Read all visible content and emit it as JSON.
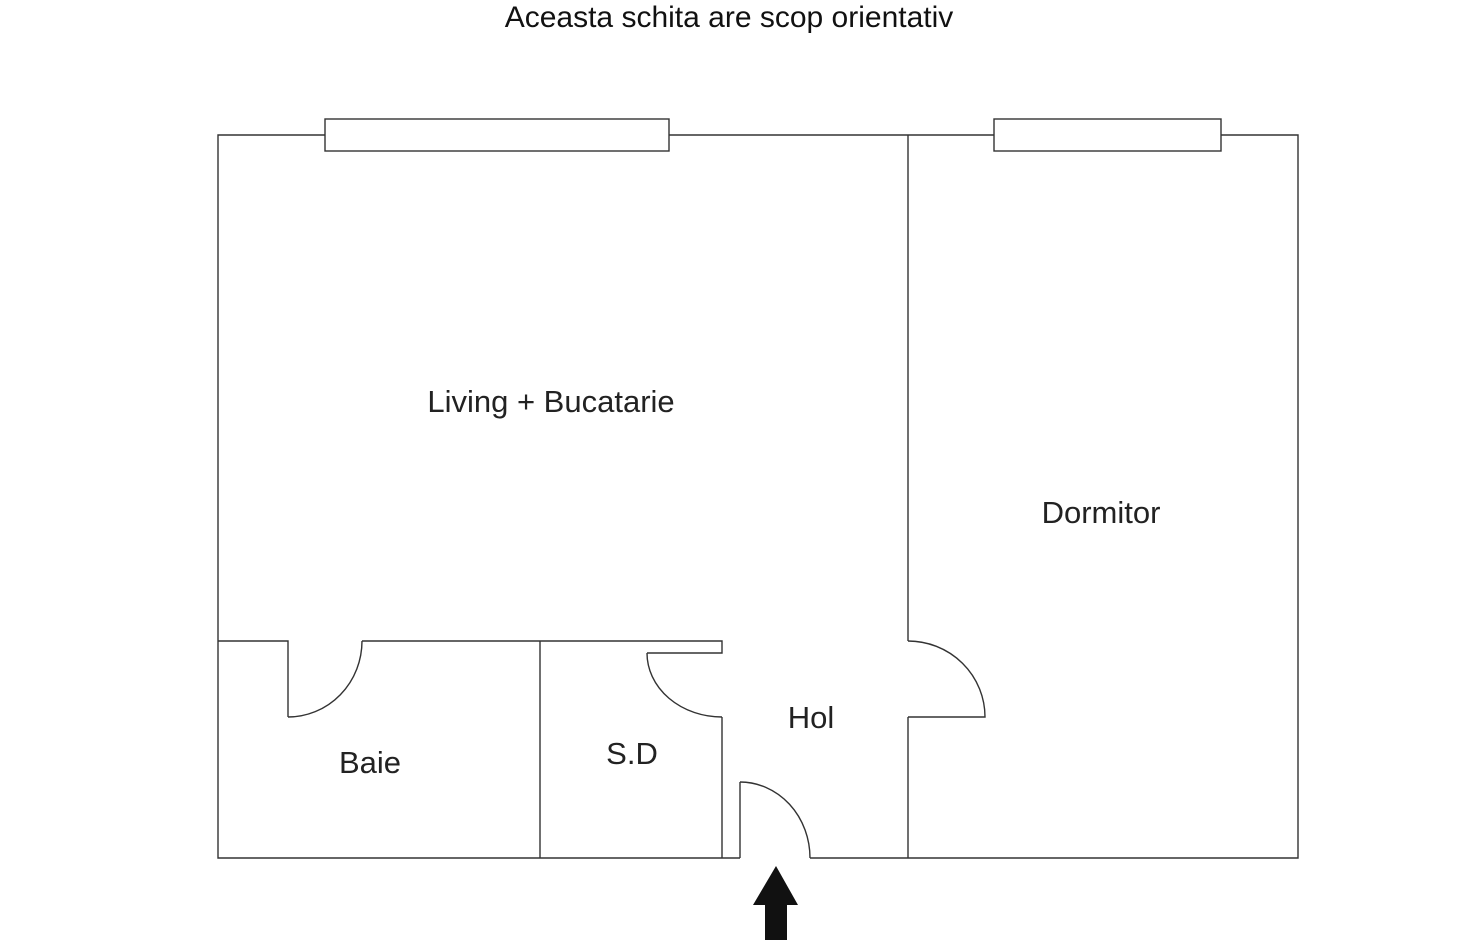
{
  "title": "Aceasta schita are scop orientativ",
  "rooms": {
    "living": "Living + Bucatarie",
    "dormitor": "Dormitor",
    "hol": "Hol",
    "baie": "Baie",
    "sd": "S.D"
  },
  "colors": {
    "line": "#333333",
    "arrow": "#111111"
  }
}
